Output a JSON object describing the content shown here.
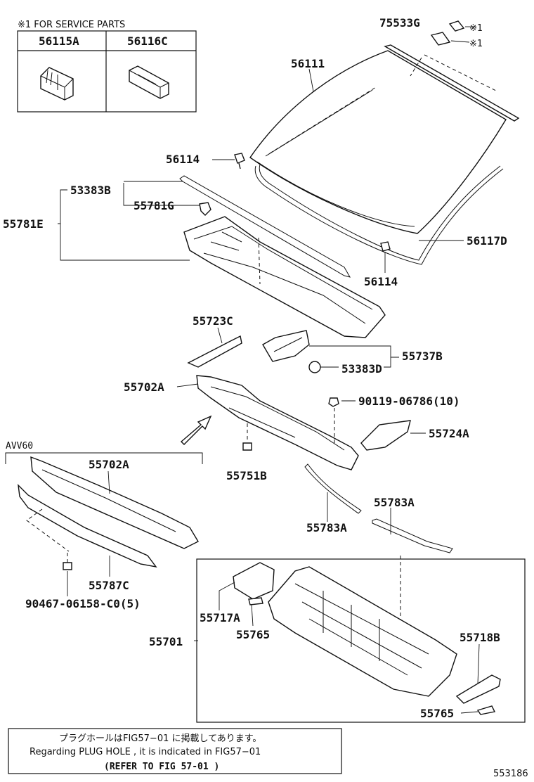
{
  "service_note": "※1 FOR SERVICE PARTS",
  "service_parts": [
    "56115A",
    "56116C"
  ],
  "callouts": {
    "c75533G": "75533G",
    "c56111": "56111",
    "c56114a": "56114",
    "c56114b": "56114",
    "c53383B": "53383B",
    "c55781G": "55781G",
    "c55781E": "55781E",
    "c56117D": "56117D",
    "c55723C": "55723C",
    "c55737B": "55737B",
    "c53383D": "53383D",
    "c55702A": "55702A",
    "c90119": "90119-06786(10)",
    "c55724A": "55724A",
    "c55751B": "55751B",
    "c55702A_avv": "55702A",
    "c55783A_a": "55783A",
    "c55783A_b": "55783A",
    "c55787C": "55787C",
    "c90467": "90467-06158-C0(5)",
    "c55717A": "55717A",
    "c55765a": "55765",
    "c55701": "55701",
    "c55718B": "55718B",
    "c55765b": "55765"
  },
  "ref_marks": {
    "r1": "※1",
    "r2": "※1"
  },
  "variant_label": "AVV60",
  "footer": {
    "line_jp": "プラグホールはFIG57−01 に掲載してあります。",
    "line_en": "Regarding PLUG HOLE , it is indicated in FIG57−01",
    "line_ref": "(REFER TO FIG  57-01 )"
  },
  "figure_id": "553186"
}
